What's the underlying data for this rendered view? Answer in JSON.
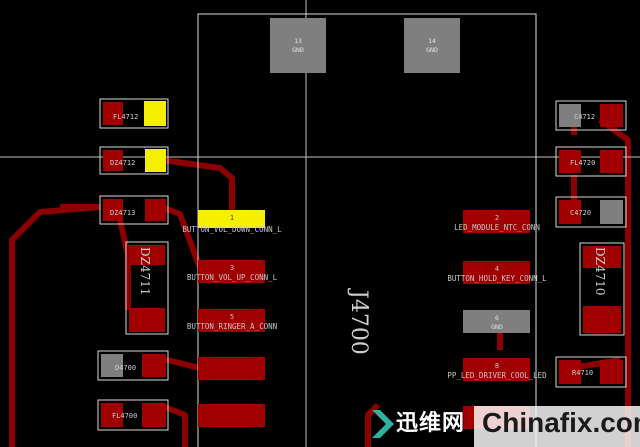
{
  "board": {
    "connector_ref": "J4700",
    "pins": [
      {
        "num": "1",
        "net": "BUTTON_VOL_DOWN_CONN_L"
      },
      {
        "num": "2",
        "net": "LED_MODULE_NTC_CONN"
      },
      {
        "num": "3",
        "net": "BUTTON_VOL_UP_CONN_L"
      },
      {
        "num": "4",
        "net": "BUTTON_HOLD_KEY_CONN_L"
      },
      {
        "num": "5",
        "net": "BUTTON_RINGER_A_CONN"
      },
      {
        "num": "6",
        "net": "GND"
      },
      {
        "num": "8",
        "net": "PP_LED_DRIVER_COOL_LED"
      },
      {
        "num": "13",
        "net": "GND"
      },
      {
        "num": "14",
        "net": "GND"
      }
    ],
    "components_left": [
      "FL4712",
      "DZ4712",
      "DZ4713",
      "DZ4711",
      "D4700",
      "FL4700"
    ],
    "components_right": [
      "C4712",
      "FL4720",
      "C4720",
      "DZ4710",
      "R4710"
    ],
    "gnd_label": "GND"
  },
  "watermark": {
    "cn": "迅维网",
    "dot": "·",
    "en": "Chinafix.com"
  },
  "colors": {
    "background": "#000000",
    "copper": "#8b0000",
    "pad": "#a00000",
    "highlight": "#f5f000",
    "gnd_pad": "#7f7f7f",
    "outline": "#d8d8d8"
  }
}
